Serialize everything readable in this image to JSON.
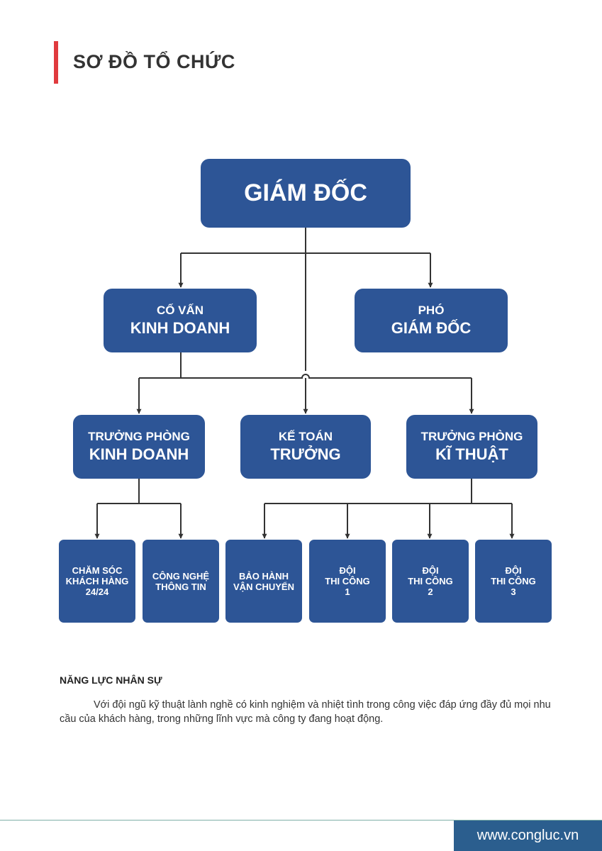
{
  "header": {
    "title": "SƠ ĐỒ TỔ CHỨC"
  },
  "org_chart": {
    "director": {
      "line1": "GIÁM ĐỐC"
    },
    "business_advisor": {
      "line1": "CỐ VẤN",
      "line2": "KINH DOANH"
    },
    "deputy_director": {
      "line1": "PHÓ",
      "line2": "GIÁM ĐỐC"
    },
    "sales_manager": {
      "line1": "TRƯỞNG PHÒNG",
      "line2": "KINH DOANH"
    },
    "chief_accountant": {
      "line1": "KẾ TOÁN",
      "line2": "TRƯỞNG"
    },
    "tech_manager": {
      "line1": "TRƯỞNG PHÒNG",
      "line2": "KĨ THUẬT"
    },
    "teams": {
      "customer_care": {
        "line1": "CHĂM SÓC",
        "line2": "KHÁCH HÀNG",
        "line3": "24/24"
      },
      "it": {
        "line1": "CÔNG NGHỆ",
        "line2": "THÔNG TIN"
      },
      "warranty": {
        "line1": "BẢO HÀNH",
        "line2": "VẬN CHUYỂN"
      },
      "team1": {
        "line1": "ĐỘI",
        "line2": "THI CÔNG",
        "line3": "1"
      },
      "team2": {
        "line1": "ĐỘI",
        "line2": "THI CÔNG",
        "line3": "2"
      },
      "team3": {
        "line1": "ĐỘI",
        "line2": "THI CÔNG",
        "line3": "3"
      }
    }
  },
  "capacity": {
    "title": "NĂNG LỰC NHÂN SỰ",
    "body": "Với đội ngũ kỹ thuật lành nghề có kinh nghiệm và nhiệt tình trong công việc đáp ứng đầy đủ mọi nhu cầu của khách hàng, trong những lĩnh vực mà công ty đang hoạt động."
  },
  "footer": {
    "website": "www.congluc.vn"
  },
  "colors": {
    "box": "#2d5596",
    "accent": "#e03a3e",
    "connector": "#333333",
    "footer": "#2b5e8e"
  }
}
